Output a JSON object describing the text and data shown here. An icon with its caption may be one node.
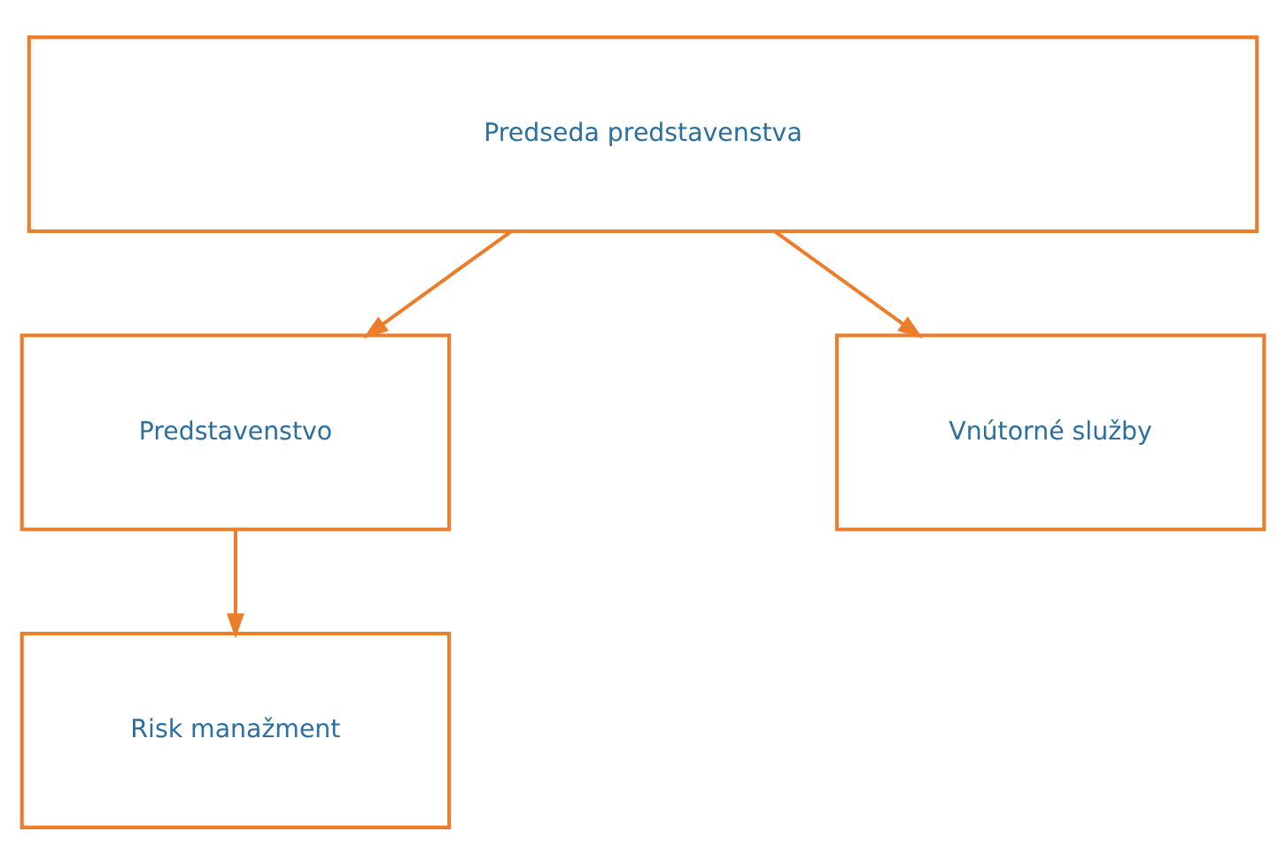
{
  "diagram": {
    "nodes": [
      {
        "text": [
          "Predseda predstavenstva"
        ]
      },
      {
        "text": [
          "Predstavenstvo"
        ]
      },
      {
        "text": [
          "Vnútorné služby"
        ]
      },
      {
        "text": [
          "Risk manažment"
        ]
      }
    ],
    "edges": [
      {
        "from": 0,
        "to": 1,
        "arrow": "to"
      },
      {
        "from": 0,
        "to": 2,
        "arrow": "to"
      },
      {
        "from": 1,
        "to": 3,
        "arrow": "to"
      }
    ]
  }
}
